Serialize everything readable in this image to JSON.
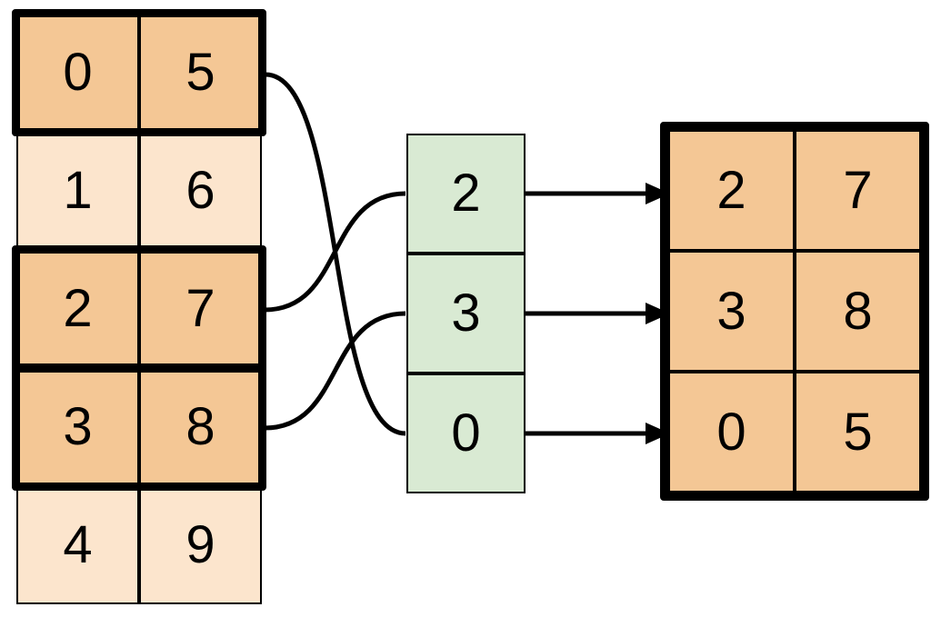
{
  "source_table": {
    "rows": [
      {
        "cells": [
          "0",
          "5"
        ],
        "highlighted": true
      },
      {
        "cells": [
          "1",
          "6"
        ],
        "highlighted": false
      },
      {
        "cells": [
          "2",
          "7"
        ],
        "highlighted": true
      },
      {
        "cells": [
          "3",
          "8"
        ],
        "highlighted": true
      },
      {
        "cells": [
          "4",
          "9"
        ],
        "highlighted": false
      }
    ]
  },
  "index_column": {
    "cells": [
      "2",
      "3",
      "0"
    ]
  },
  "result_table": {
    "rows": [
      [
        "2",
        "7"
      ],
      [
        "3",
        "8"
      ],
      [
        "0",
        "5"
      ]
    ]
  },
  "connections": {
    "source_to_index": [
      {
        "from_source_row": 2,
        "to_index_cell": 0
      },
      {
        "from_source_row": 3,
        "to_index_cell": 1
      },
      {
        "from_source_row": 0,
        "to_index_cell": 2
      }
    ],
    "index_to_result": [
      {
        "from_index_cell": 0,
        "to_result_row": 0
      },
      {
        "from_index_cell": 1,
        "to_result_row": 1
      },
      {
        "from_index_cell": 2,
        "to_result_row": 2
      }
    ]
  },
  "colors": {
    "highlight_fill": "#F4C795",
    "muted_fill": "#FCE5CD",
    "index_fill": "#D9EAD3",
    "stroke": "#000000"
  }
}
